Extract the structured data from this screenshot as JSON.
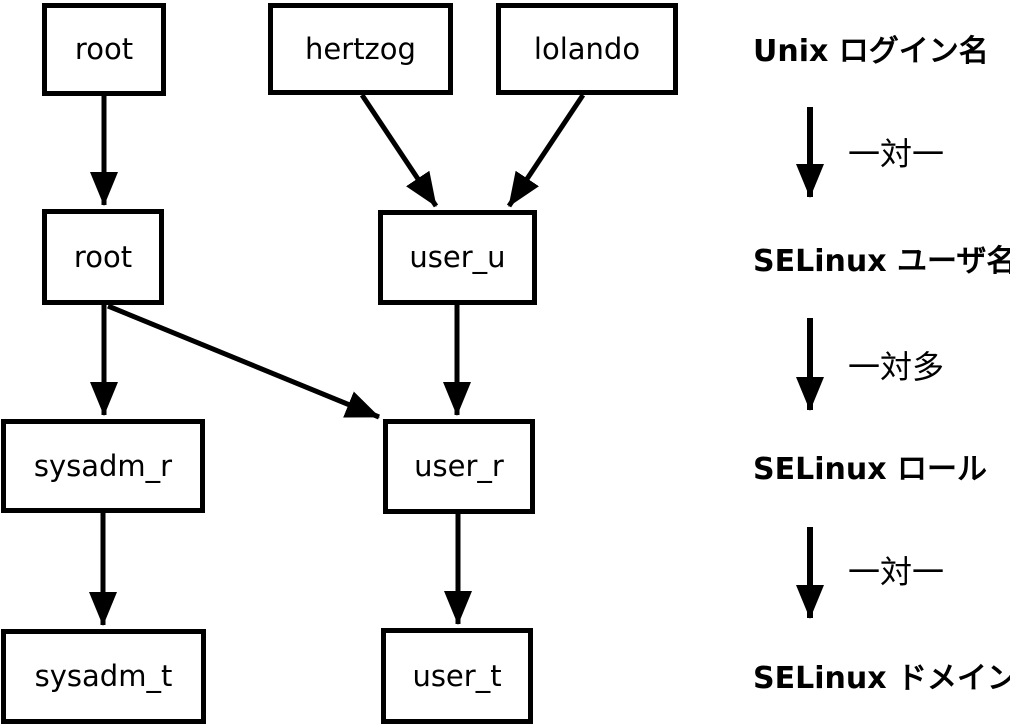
{
  "diagram": {
    "background_color": "#ffffff",
    "line_color": "#000000",
    "nodes": {
      "unix_root": {
        "label": "root"
      },
      "hertzog": {
        "label": "hertzog"
      },
      "lolando": {
        "label": "lolando"
      },
      "selinux_root": {
        "label": "root"
      },
      "user_u": {
        "label": "user_u"
      },
      "sysadm_r": {
        "label": "sysadm_r"
      },
      "user_r": {
        "label": "user_r"
      },
      "sysadm_t": {
        "label": "sysadm_t"
      },
      "user_t": {
        "label": "user_t"
      }
    },
    "edges": [
      {
        "from": "unix_root",
        "to": "selinux_root"
      },
      {
        "from": "hertzog",
        "to": "user_u"
      },
      {
        "from": "lolando",
        "to": "user_u"
      },
      {
        "from": "selinux_root",
        "to": "sysadm_r"
      },
      {
        "from": "selinux_root",
        "to": "user_r"
      },
      {
        "from": "user_u",
        "to": "user_r"
      },
      {
        "from": "sysadm_r",
        "to": "sysadm_t"
      },
      {
        "from": "user_r",
        "to": "user_t"
      }
    ],
    "legend": {
      "level1": "Unix ログイン名",
      "rel1": "一対一",
      "level2": "SELinux ユーザ名",
      "rel2": "一対多",
      "level3": "SELinux ロール",
      "rel3": "一対一",
      "level4": "SELinux ドメイン"
    }
  }
}
